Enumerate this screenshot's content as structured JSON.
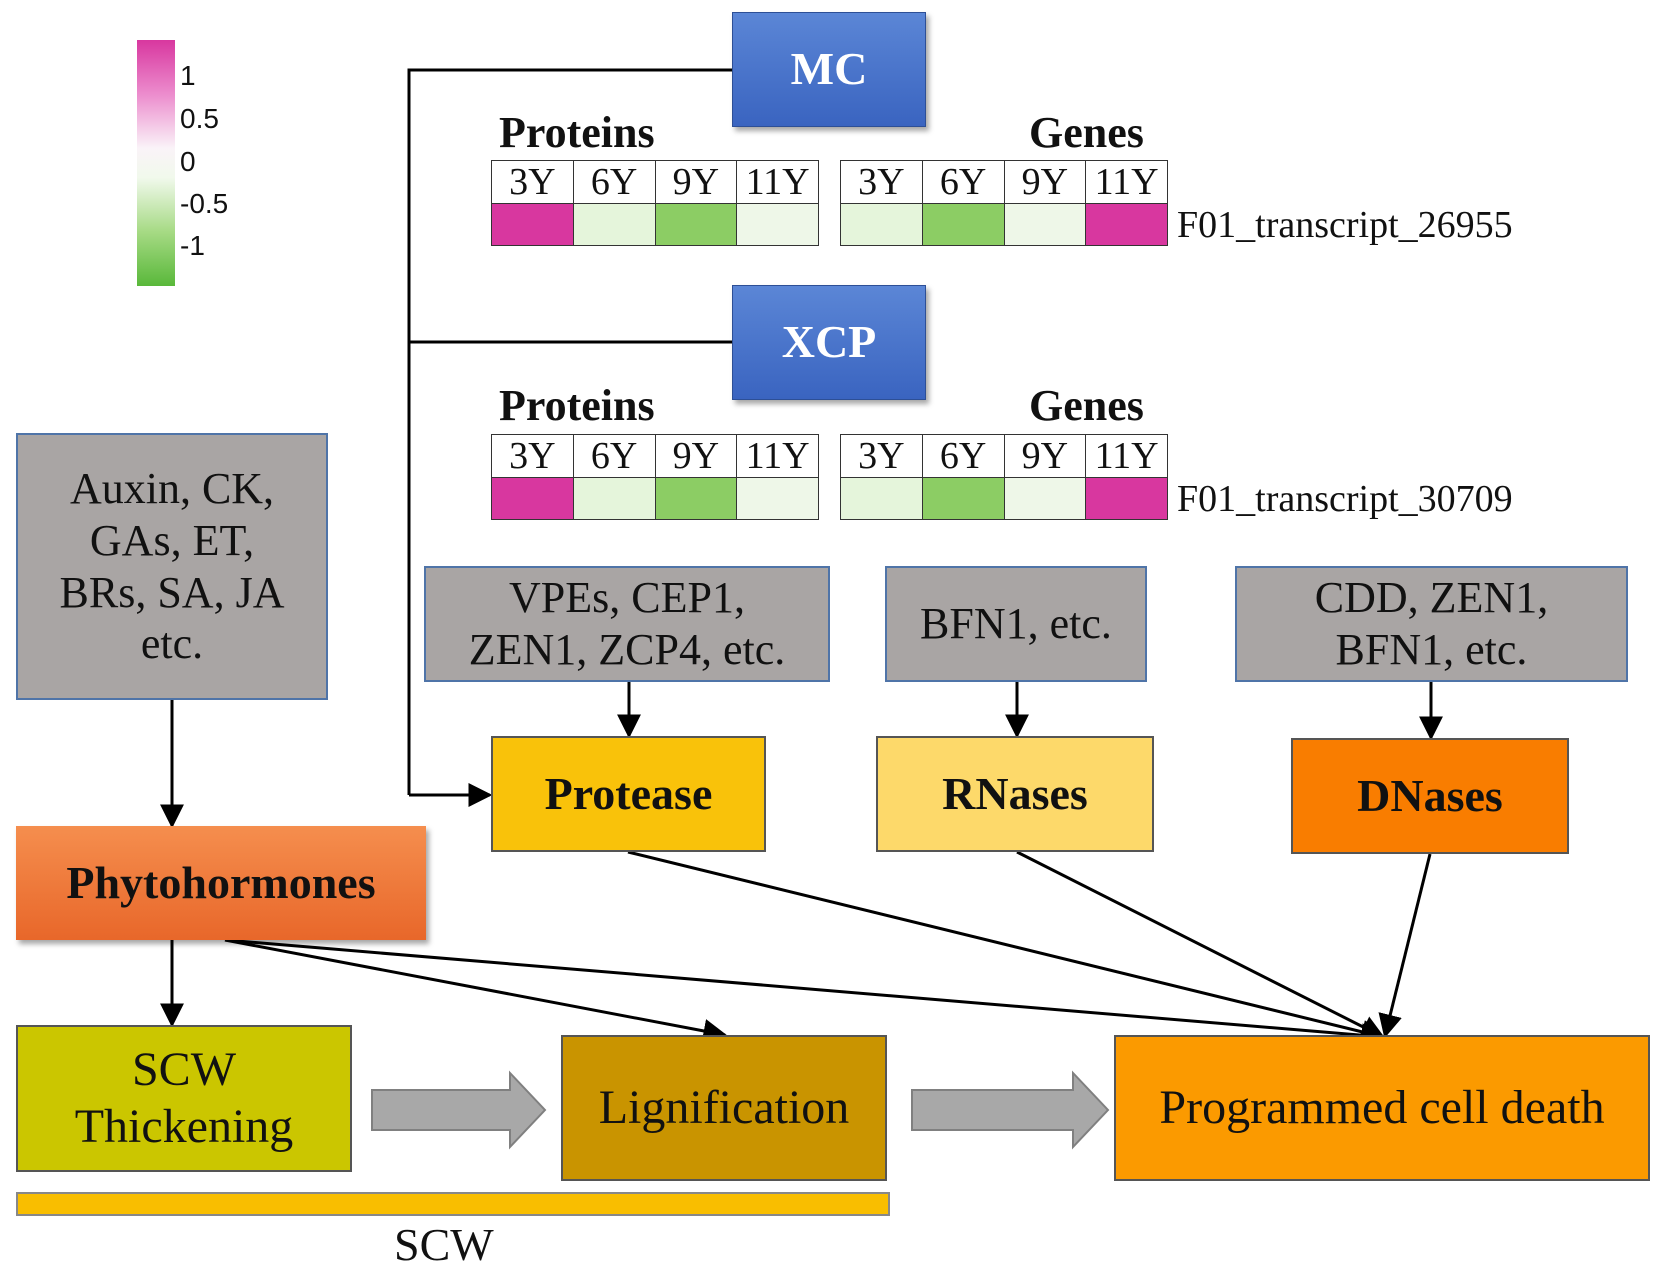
{
  "legend": {
    "ticks": [
      "1",
      "0.5",
      "0",
      "-0.5",
      "-1"
    ],
    "colors": {
      "high": "#d8379f",
      "mid": "#faf6f8",
      "low": "#59b83a"
    }
  },
  "mc": {
    "title": "MC",
    "proteins_label": "Proteins",
    "genes_label": "Genes",
    "years": [
      "3Y",
      "6Y",
      "9Y",
      "11Y"
    ],
    "protein_colors": [
      "#d8379f",
      "#e5f5db",
      "#8ccd64",
      "#eef7e8"
    ],
    "gene_colors": [
      "#e5f5db",
      "#8ccd64",
      "#eef7e8",
      "#d8379f"
    ],
    "transcript": "F01_transcript_26955"
  },
  "xcp": {
    "title": "XCP",
    "proteins_label": "Proteins",
    "genes_label": "Genes",
    "years": [
      "3Y",
      "6Y",
      "9Y",
      "11Y"
    ],
    "protein_colors": [
      "#d8379f",
      "#e5f5db",
      "#8ccd64",
      "#eef7e8"
    ],
    "gene_colors": [
      "#e5f5db",
      "#8ccd64",
      "#eef7e8",
      "#d8379f"
    ],
    "transcript": "F01_transcript_30709"
  },
  "hormone_list": [
    "Auxin, CK,",
    "GAs, ET,",
    "BRs, SA, JA",
    "etc."
  ],
  "protease_genes": [
    "VPEs, CEP1,",
    "ZEN1, ZCP4, etc."
  ],
  "rnase_genes": [
    "BFN1, etc."
  ],
  "dnase_genes": [
    "CDD, ZEN1,",
    "BFN1, etc."
  ],
  "enzymes": {
    "protease": "Protease",
    "rnases": "RNases",
    "dnases": "DNases",
    "phytohormones": "Phytohormones"
  },
  "process": {
    "scw_thickening": [
      "SCW",
      "Thickening"
    ],
    "lignification": "Lignification",
    "pcd": "Programmed cell death",
    "scw_label": "SCW"
  },
  "colors": {
    "grey_box": "#a9a5a4",
    "blue_box": "#3f69c4",
    "protease": "#f9c20a",
    "rnases": "#fdd96a",
    "dnases": "#f97d00",
    "phytohormones": "#ee7432",
    "scw_thickening": "#cbc600",
    "lignification": "#c99400",
    "pcd": "#fb9a00",
    "scw_bar": "#f9be00"
  }
}
